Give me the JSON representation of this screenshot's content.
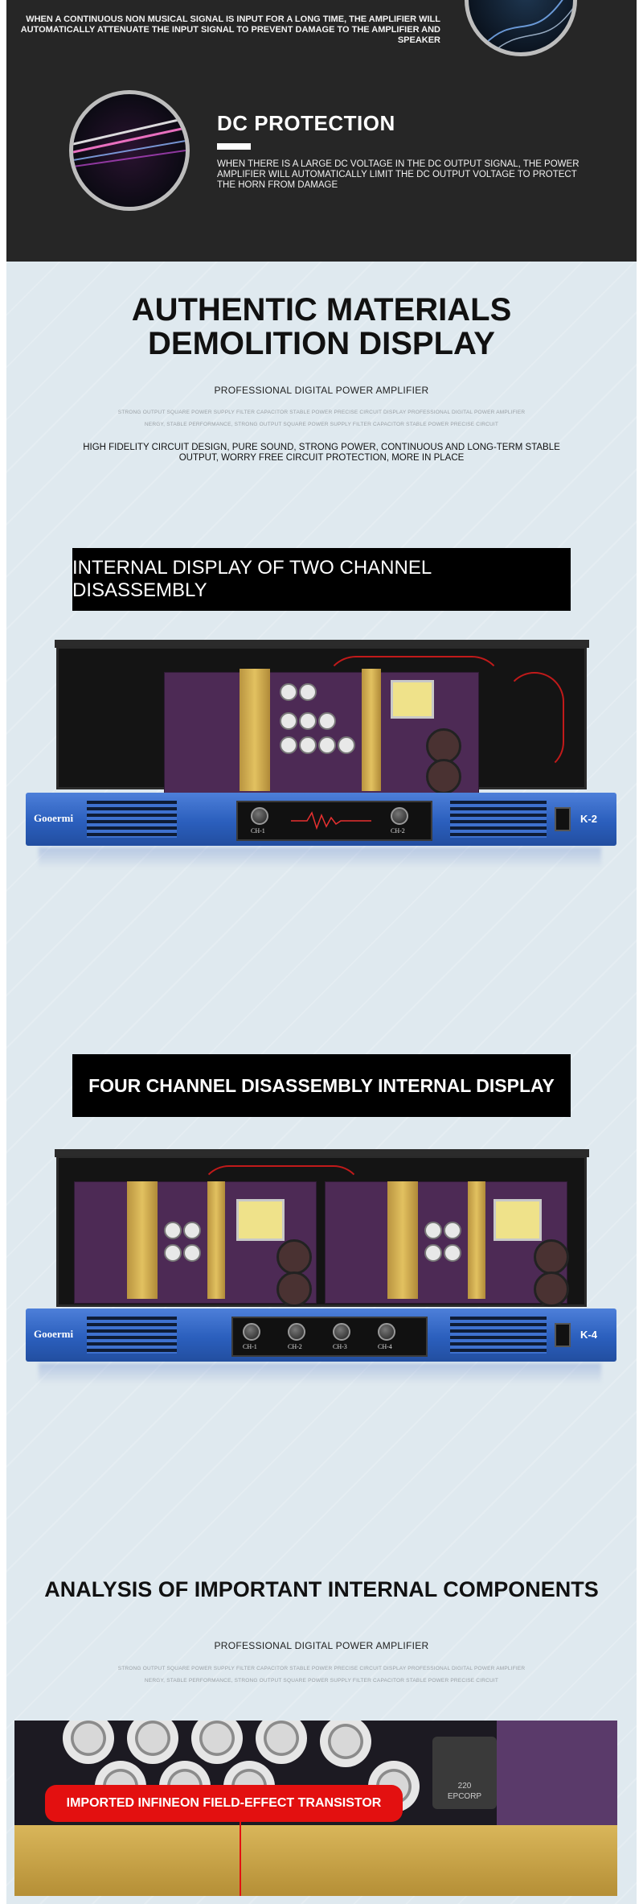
{
  "signal_protection": {
    "description": "WHEN A CONTINUOUS NON MUSICAL SIGNAL IS INPUT FOR A LONG TIME, THE AMPLIFIER WILL AUTOMATICALLY ATTENUATE THE INPUT SIGNAL TO PREVENT DAMAGE TO THE AMPLIFIER AND SPEAKER"
  },
  "dc_protection": {
    "title": "DC PROTECTION",
    "description": "WHEN THERE IS A LARGE DC VOLTAGE IN THE DC OUTPUT SIGNAL, THE POWER AMPLIFIER WILL AUTOMATICALLY LIMIT THE DC OUTPUT VOLTAGE TO PROTECT THE HORN FROM DAMAGE"
  },
  "materials": {
    "title_line1": "AUTHENTIC MATERIALS",
    "title_line2": "DEMOLITION DISPLAY",
    "subtitle": "PROFESSIONAL DIGITAL POWER AMPLIFIER",
    "fine_print_line1": "STRONG OUTPUT SQUARE POWER SUPPLY FILTER CAPACITOR STABLE POWER PRECISE CIRCUIT DISPLAY PROFESSIONAL DIGITAL POWER AMPLIFIER",
    "fine_print_line2": "NERGY, STABLE PERFORMANCE, STRONG OUTPUT SQUARE POWER SUPPLY FILTER CAPACITOR STABLE POWER PRECISE CIRCUIT",
    "body": "HIGH FIDELITY CIRCUIT DESIGN, PURE SOUND, STRONG POWER, CONTINUOUS AND LONG-TERM STABLE OUTPUT, WORRY FREE CIRCUIT PROTECTION, MORE IN PLACE"
  },
  "two_channel": {
    "banner": "INTERNAL DISPLAY OF TWO CHANNEL DISASSEMBLY",
    "brand": "Gooermi",
    "model": "K-2",
    "channels": [
      "CH-1",
      "CH-2"
    ]
  },
  "four_channel": {
    "banner": "FOUR CHANNEL DISASSEMBLY INTERNAL DISPLAY",
    "brand": "Gooermi",
    "model": "K-4",
    "channels": [
      "CH-1",
      "CH-2",
      "CH-3",
      "CH-4"
    ]
  },
  "analysis": {
    "title": "ANALYSIS OF IMPORTANT INTERNAL COMPONENTS",
    "subtitle": "PROFESSIONAL DIGITAL POWER AMPLIFIER",
    "fine_print_line1": "STRONG OUTPUT SQUARE POWER SUPPLY FILTER CAPACITOR STABLE POWER PRECISE CIRCUIT DISPLAY PROFESSIONAL DIGITAL POWER AMPLIFIER",
    "fine_print_line2": "NERGY, STABLE PERFORMANCE, STRONG OUTPUT SQUARE POWER SUPPLY FILTER CAPACITOR STABLE POWER PRECISE CIRCUIT",
    "callout": "IMPORTED INFINEON FIELD-EFFECT TRANSISTOR",
    "component_marking_1": "220",
    "component_marking_2": "EPCORP"
  },
  "colors": {
    "dark_band": "#262626",
    "light_background": "#dfe9ef",
    "front_panel_blue": "#2b5fbd",
    "heatsink_gold": "#d9b65a",
    "callout_red": "#e31010"
  }
}
